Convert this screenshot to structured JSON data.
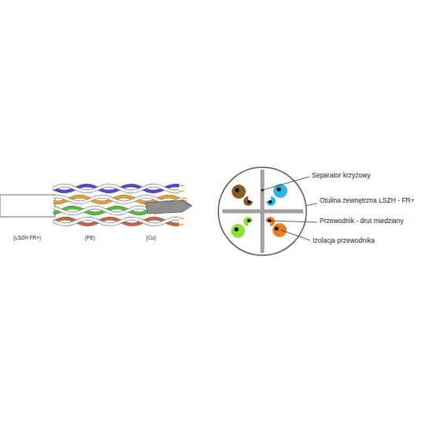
{
  "diagram": {
    "labels": [
      "(LSZH FR+)",
      "(PE)",
      "(Cu)",
      "Separator krzyżowy",
      "Otulina zewnętrzna LSZH - FR+",
      "Przewodnik - drut miedziany",
      "Izolacja przewodnika"
    ]
  }
}
